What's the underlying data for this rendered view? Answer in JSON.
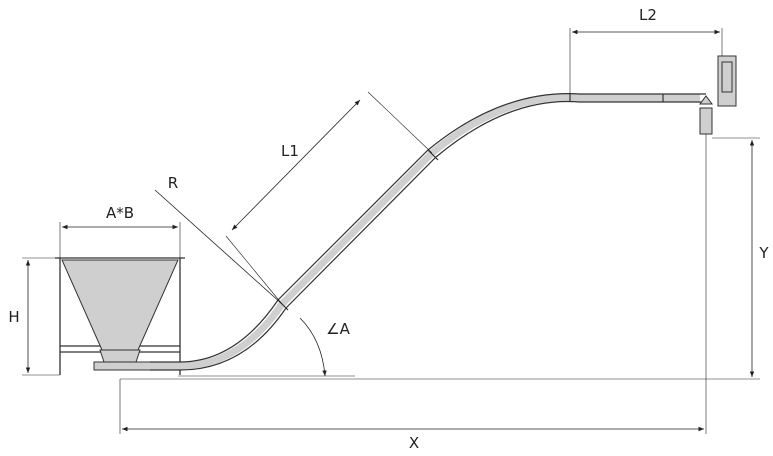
{
  "labels": {
    "l1": "L1",
    "l2": "L2",
    "r": "R",
    "ab": "A*B",
    "h": "H",
    "angle": "∠A",
    "y": "Y",
    "x": "X"
  },
  "colors": {
    "line": "#222222",
    "fill": "#cfcfcf",
    "background": "#ffffff"
  }
}
